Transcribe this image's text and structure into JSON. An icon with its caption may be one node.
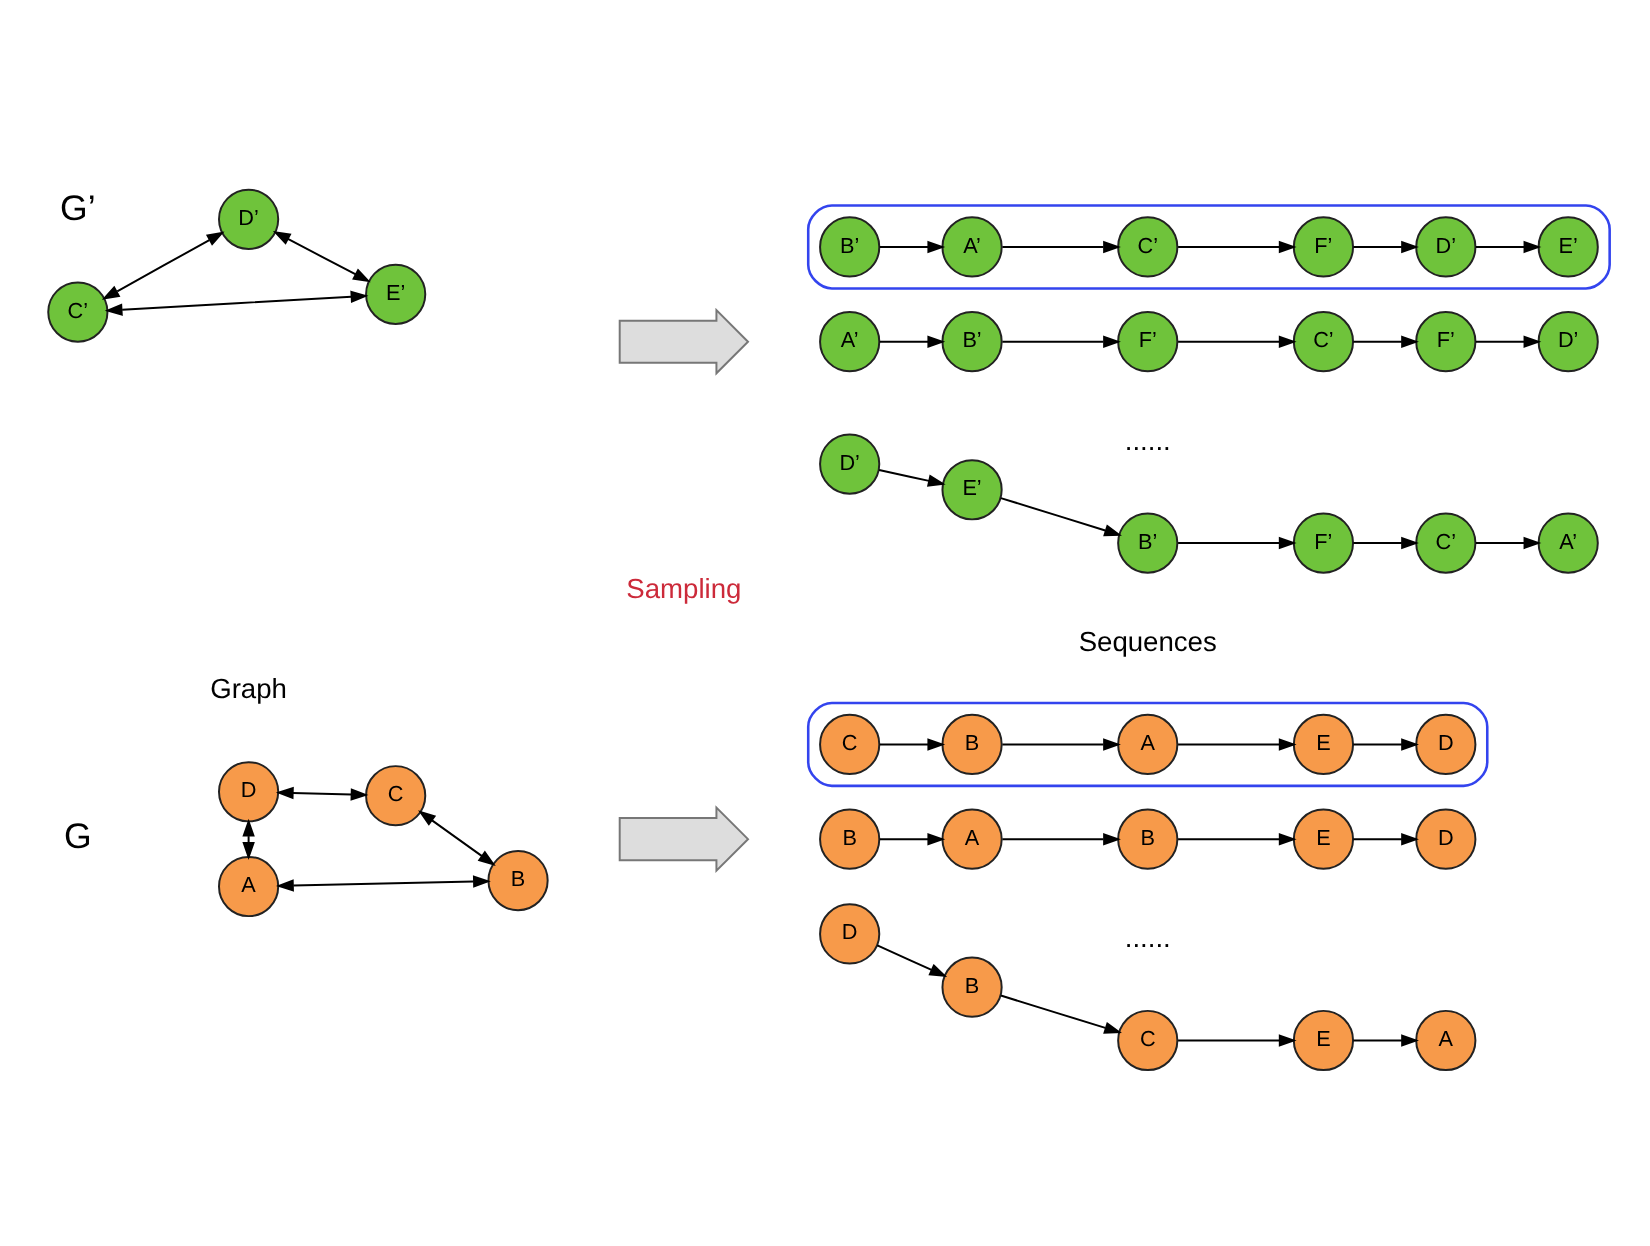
{
  "diagram": {
    "nodes": [
      {
        "text": [
          "D"
        ]
      },
      {
        "text": [
          "C"
        ]
      },
      {
        "text": [
          "A"
        ]
      },
      {
        "text": [
          "B"
        ]
      },
      {
        "text": [],
        "shape": "arrow"
      },
      {
        "text": [],
        "shape": "ellipse"
      },
      {
        "text": [
          "C"
        ],
        "in": 5
      },
      {
        "text": [
          "B"
        ],
        "in": 5
      },
      {
        "text": [
          "A"
        ],
        "in": 5
      },
      {
        "text": [
          "E"
        ],
        "in": 5
      },
      {
        "text": [
          "D"
        ],
        "in": 5
      },
      {
        "text": [
          "B"
        ]
      },
      {
        "text": [
          "A"
        ]
      },
      {
        "text": [
          "B"
        ]
      },
      {
        "text": [
          "E"
        ]
      },
      {
        "text": [
          "D"
        ]
      },
      {
        "text": [
          "D"
        ]
      },
      {
        "text": [
          "B"
        ]
      },
      {
        "text": [
          "C"
        ]
      },
      {
        "text": [
          "E"
        ]
      },
      {
        "text": [
          "A"
        ]
      },
      {
        "text": [
          "C’"
        ]
      },
      {
        "text": [
          "D’"
        ]
      },
      {
        "text": [
          "E’"
        ]
      },
      {
        "text": [],
        "shape": "arrow"
      },
      {
        "text": [],
        "shape": "ellipse"
      },
      {
        "text": [
          "B’"
        ],
        "in": 25
      },
      {
        "text": [
          "A’"
        ],
        "in": 25
      },
      {
        "text": [
          "C’"
        ],
        "in": 25
      },
      {
        "text": [
          "F’"
        ],
        "in": 25
      },
      {
        "text": [
          "D’"
        ],
        "in": 25
      },
      {
        "text": [
          "E’"
        ],
        "in": 25
      },
      {
        "text": [
          "A’"
        ]
      },
      {
        "text": [
          "B’"
        ]
      },
      {
        "text": [
          "F’"
        ]
      },
      {
        "text": [
          "C’"
        ]
      },
      {
        "text": [
          "F’"
        ]
      },
      {
        "text": [
          "D’"
        ]
      },
      {
        "text": [
          "D’"
        ]
      },
      {
        "text": [
          "E’"
        ]
      },
      {
        "text": [
          "B’"
        ]
      },
      {
        "text": [
          "F’"
        ]
      },
      {
        "text": [
          "C’"
        ]
      },
      {
        "text": [
          "A’"
        ]
      }
    ],
    "edges": [
      {
        "from": 0,
        "to": 1,
        "arrow": "both"
      },
      {
        "from": 0,
        "to": 2,
        "arrow": "both"
      },
      {
        "from": 1,
        "to": 3,
        "arrow": "both"
      },
      {
        "from": 2,
        "to": 3,
        "arrow": "both"
      },
      {
        "from": 6,
        "to": 7,
        "arrow": "to"
      },
      {
        "from": 7,
        "to": 8,
        "arrow": "to"
      },
      {
        "from": 8,
        "to": 9,
        "arrow": "to"
      },
      {
        "from": 9,
        "to": 10,
        "arrow": "to"
      },
      {
        "from": 11,
        "to": 12,
        "arrow": "to"
      },
      {
        "from": 12,
        "to": 13,
        "arrow": "to"
      },
      {
        "from": 13,
        "to": 14,
        "arrow": "to"
      },
      {
        "from": 14,
        "to": 15,
        "arrow": "to"
      },
      {
        "from": 16,
        "to": 17,
        "arrow": "to"
      },
      {
        "from": 17,
        "to": 18,
        "arrow": "to"
      },
      {
        "from": 18,
        "to": 19,
        "arrow": "to"
      },
      {
        "from": 19,
        "to": 20,
        "arrow": "to"
      },
      {
        "from": 21,
        "to": 22,
        "arrow": "both"
      },
      {
        "from": 21,
        "to": 23,
        "arrow": "both"
      },
      {
        "from": 22,
        "to": 23,
        "arrow": "both"
      },
      {
        "from": 26,
        "to": 27,
        "arrow": "to"
      },
      {
        "from": 27,
        "to": 28,
        "arrow": "to"
      },
      {
        "from": 28,
        "to": 29,
        "arrow": "to"
      },
      {
        "from": 29,
        "to": 30,
        "arrow": "to"
      },
      {
        "from": 30,
        "to": 31,
        "arrow": "to"
      },
      {
        "from": 32,
        "to": 33,
        "arrow": "to"
      },
      {
        "from": 33,
        "to": 34,
        "arrow": "to"
      },
      {
        "from": 34,
        "to": 35,
        "arrow": "to"
      },
      {
        "from": 35,
        "to": 36,
        "arrow": "to"
      },
      {
        "from": 36,
        "to": 37,
        "arrow": "to"
      },
      {
        "from": 38,
        "to": 39,
        "arrow": "to"
      },
      {
        "from": 39,
        "to": 40,
        "arrow": "to"
      },
      {
        "from": 40,
        "to": 41,
        "arrow": "to"
      },
      {
        "from": 41,
        "to": 42,
        "arrow": "to"
      },
      {
        "from": 42,
        "to": 43,
        "arrow": "to"
      }
    ],
    "labels": [
      "Graph",
      "Sampling",
      "Sequences",
      "G",
      "......",
      "G’",
      "......"
    ]
  }
}
